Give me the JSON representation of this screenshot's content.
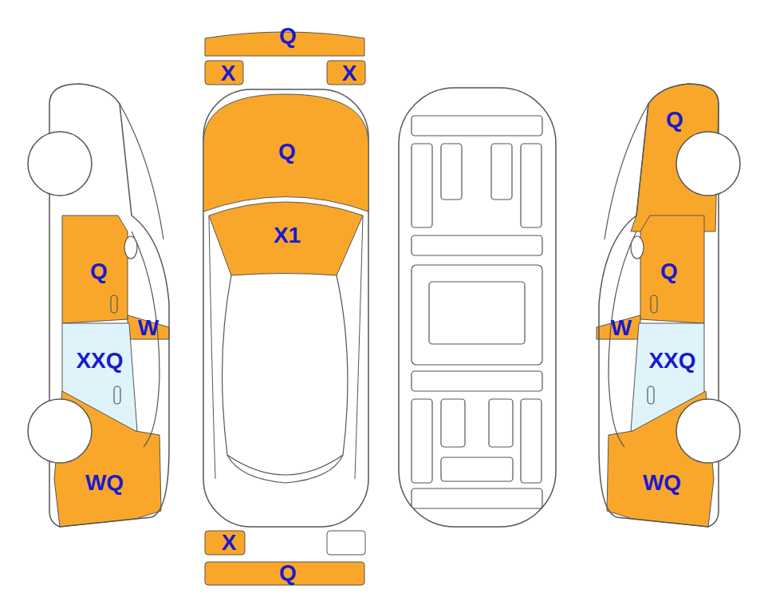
{
  "diagram": {
    "labels": [
      "Q",
      "W",
      "XXQ",
      "WQ",
      "Q",
      "X",
      "X",
      "Q",
      "X1",
      "X",
      "Q",
      "Q",
      "Q",
      "W",
      "XXQ",
      "WQ"
    ]
  }
}
